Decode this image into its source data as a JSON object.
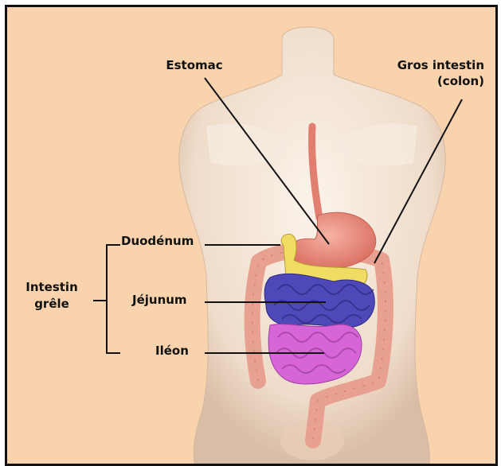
{
  "colors": {
    "background": "#f8d3ad",
    "body_skin": "#f2e2d2",
    "stomach": "#e98a7a",
    "duodenum": "#f0dc62",
    "jejunum": "#4f48b8",
    "ileum": "#d765d8",
    "colon": "#e8a090",
    "leader_line": "#111111"
  },
  "labels": {
    "stomach": "Estomac",
    "large_intestine_line1": "Gros intestin",
    "large_intestine_line2": "(colon)",
    "duodenum": "Duodénum",
    "jejunum": "Jéjunum",
    "ileum": "Iléon",
    "small_intestine_line1": "Intestin",
    "small_intestine_line2": "grêle"
  }
}
